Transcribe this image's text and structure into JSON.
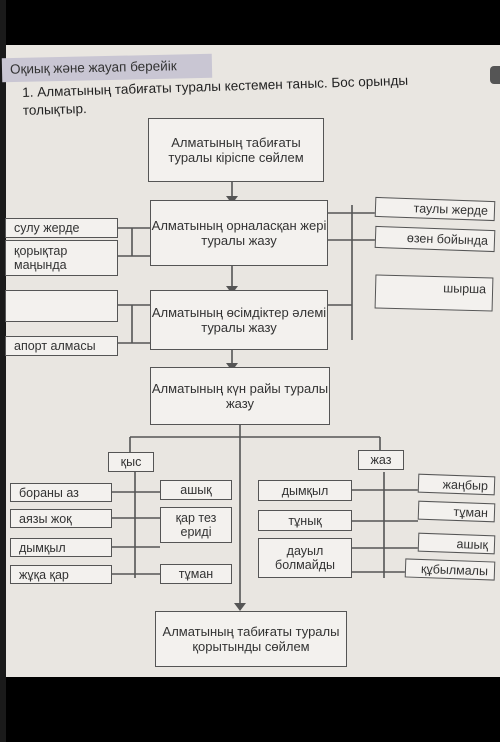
{
  "header": "Оқиық және жауап берейік",
  "instruction": "1. Алматының табиғаты туралы кестемен таныс. Бос орынды толықтыр.",
  "diagram": {
    "intro": "Алматының табиғаты туралы кіріспе сөйлем",
    "location": "Алматының орналасқан жері туралы жазу",
    "location_left": [
      "сулу жерде",
      "қорықтар маңында"
    ],
    "location_right": [
      "таулы жерде",
      "өзен бойында"
    ],
    "plants": "Алматының өсімдіктер әлемі туралы жазу",
    "plants_left": [
      "",
      "апорт алмасы"
    ],
    "plants_right": [
      "шырша"
    ],
    "weather": "Алматының күн райы туралы жазу",
    "winter": "қыс",
    "summer": "жаз",
    "winter_left": [
      "бораны аз",
      "аязы жоқ",
      "дымқыл",
      "жұқа қар"
    ],
    "winter_right": [
      "ашық",
      "қар тез ериді",
      "тұман"
    ],
    "summer_left": [
      "дымқыл",
      "тұнық",
      "дауыл болмайды"
    ],
    "summer_right": [
      "жаңбыр",
      "тұман",
      "ашық",
      "құбылмалы"
    ],
    "conclusion": "Алматының табиғаты туралы қорытынды сөйлем"
  }
}
